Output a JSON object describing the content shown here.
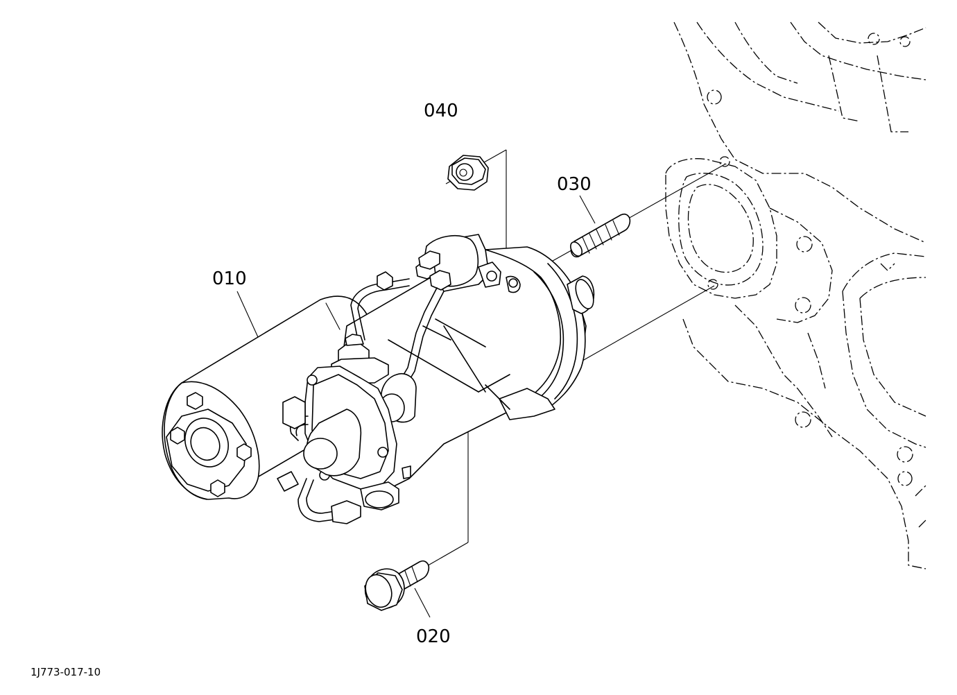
{
  "diagram": {
    "callouts": {
      "p010": "010",
      "p020": "020",
      "p030": "030",
      "p040": "040"
    },
    "figure_number": "1J773-017-10"
  }
}
